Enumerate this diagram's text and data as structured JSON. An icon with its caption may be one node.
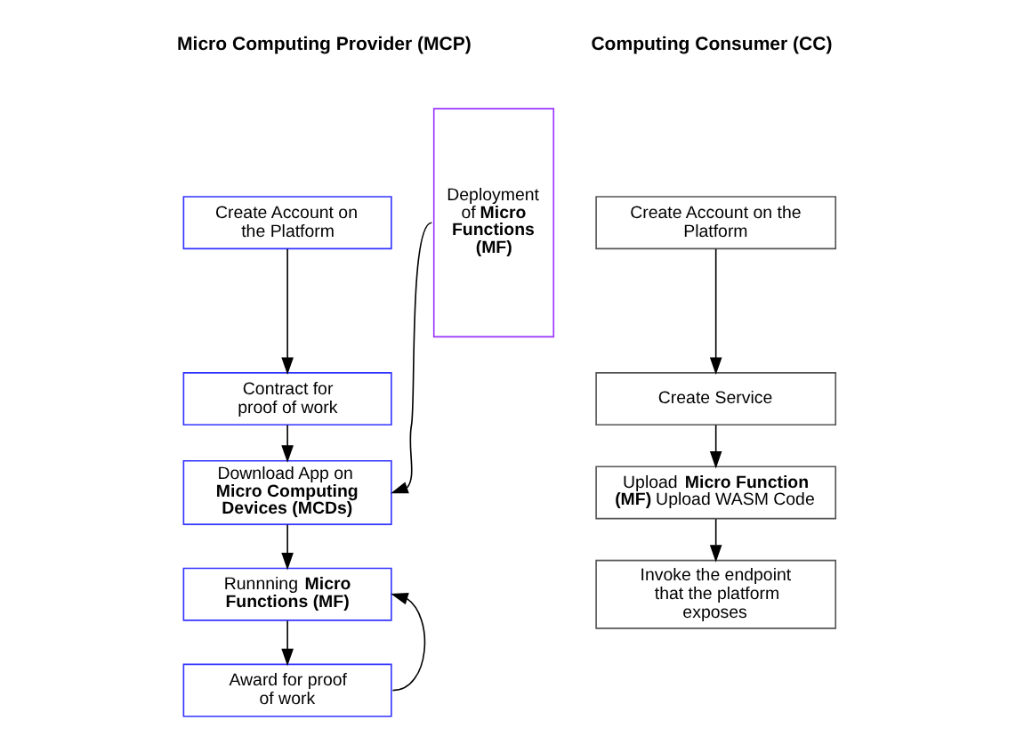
{
  "diagram": {
    "nodes": [
      {
        "text": [
          "Create Account on the Platform"
        ]
      },
      {
        "text": [
          "Contract for proof of work"
        ]
      },
      {
        "text": [
          "Download App on **Micro Computing Devices (MCDs)**"
        ]
      },
      {
        "text": [
          "Runnning **Micro Functions (MF)**"
        ]
      },
      {
        "text": [
          "Award for proof of work"
        ]
      },
      {
        "text": [
          "Deployment of **Micro Functions (MF)**"
        ]
      },
      {
        "text": [
          "Create Account on the Platform"
        ]
      },
      {
        "text": [
          "Create Service"
        ]
      },
      {
        "text": [
          "Upload **Micro Function (MF)** Upload WASM Code"
        ]
      },
      {
        "text": [
          "Invoke the endpoint that the platform exposes"
        ]
      }
    ],
    "edges": [
      {
        "from": 0,
        "to": 1,
        "arrow": "to"
      },
      {
        "from": 1,
        "to": 2,
        "arrow": "to"
      },
      {
        "from": 2,
        "to": 3,
        "arrow": "to"
      },
      {
        "from": 3,
        "to": 4,
        "arrow": "to"
      },
      {
        "from": 4,
        "to": 3,
        "arrow": "to"
      },
      {
        "from": 5,
        "to": 2,
        "arrow": "to"
      },
      {
        "from": 6,
        "to": 7,
        "arrow": "to"
      },
      {
        "from": 7,
        "to": 8,
        "arrow": "to"
      },
      {
        "from": 8,
        "to": 9,
        "arrow": "to"
      }
    ],
    "labels": [
      "Micro Computing Provider (MCP)",
      "Computing Consumer (CC)"
    ]
  }
}
